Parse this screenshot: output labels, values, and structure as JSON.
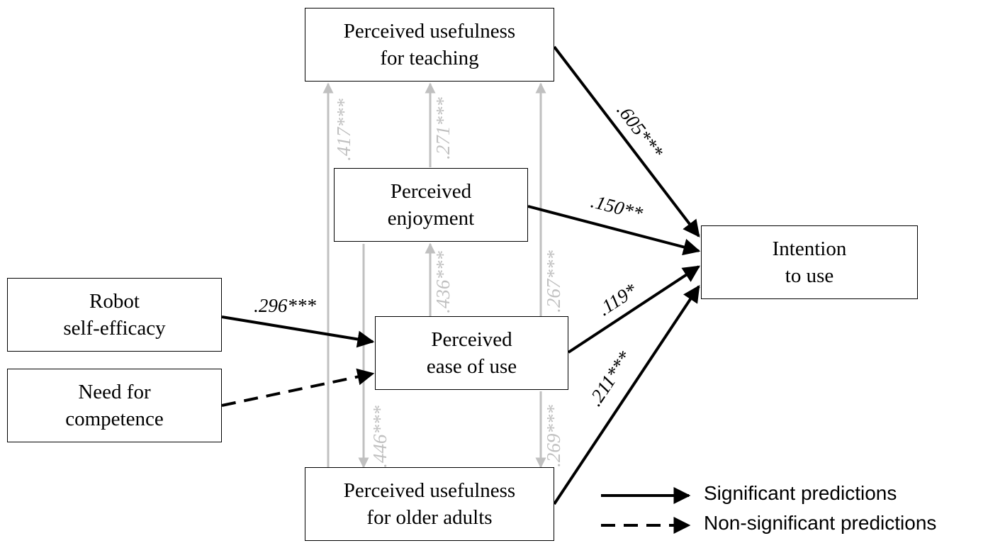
{
  "nodes": {
    "put": {
      "line1": "Perceived usefulness",
      "line2": "for teaching"
    },
    "pe": {
      "line1": "Perceived",
      "line2": "enjoyment"
    },
    "rse": {
      "line1": "Robot",
      "line2": "self-efficacy"
    },
    "nfc": {
      "line1": "Need for",
      "line2": "competence"
    },
    "peou": {
      "line1": "Perceived",
      "line2": "ease of use"
    },
    "puoa": {
      "line1": "Perceived usefulness",
      "line2": "for older adults"
    },
    "itu": {
      "line1": "Intention",
      "line2": "to use"
    }
  },
  "paths": {
    "put_itu": ".605***",
    "pe_itu": ".150**",
    "peou_itu": ".119*",
    "puoa_itu": ".211***",
    "rse_peou": ".296***",
    "puoa_put": ".417***",
    "pe_put": ".271***",
    "peou_pe": ".436***",
    "pe_puoa": ".446***",
    "peou_put": ".267***",
    "put_puoa": ".269***"
  },
  "legend": {
    "significant": "Significant predictions",
    "nonsignificant": "Non-significant predictions"
  },
  "colors": {
    "significant": "#000000",
    "within_construct": "#c0c0c0",
    "box_border": "#000000"
  }
}
